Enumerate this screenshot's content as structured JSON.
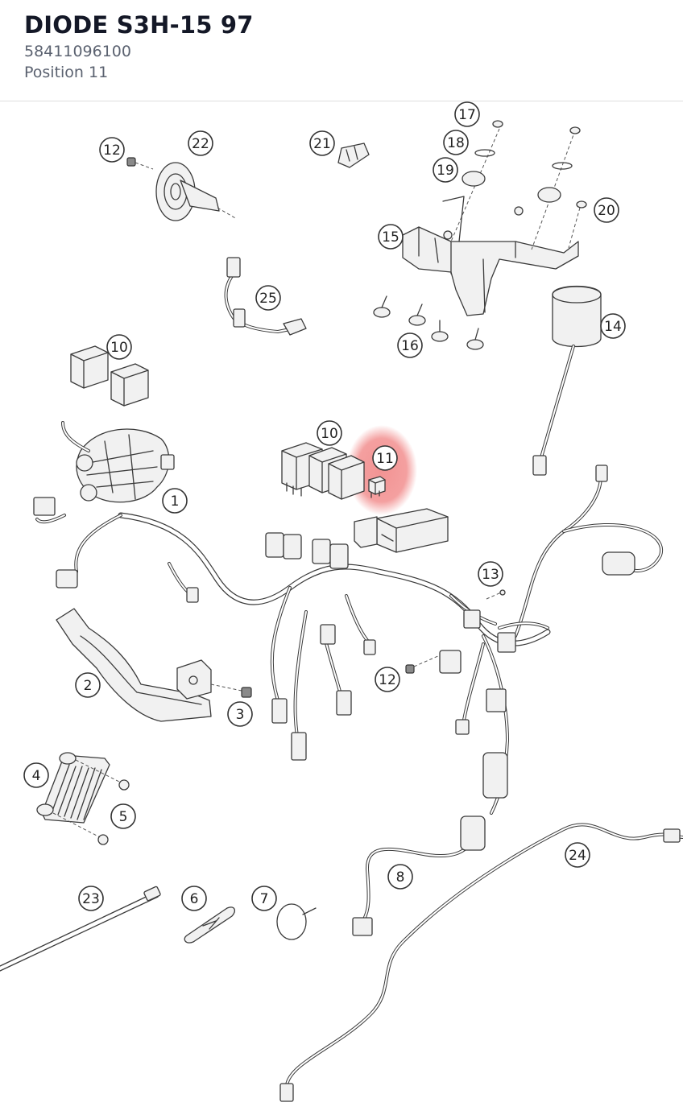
{
  "header": {
    "title": "DIODE S3H-15 97",
    "part_number": "58411096100",
    "position": "Position 11"
  },
  "diagram": {
    "highlight_color": "#f08080",
    "highlighted_callout": "11",
    "callouts": [
      "1",
      "2",
      "3",
      "4",
      "5",
      "6",
      "7",
      "8",
      "10",
      "10",
      "11",
      "12",
      "12",
      "13",
      "14",
      "15",
      "16",
      "17",
      "18",
      "19",
      "20",
      "21",
      "22",
      "23",
      "24",
      "25"
    ]
  }
}
